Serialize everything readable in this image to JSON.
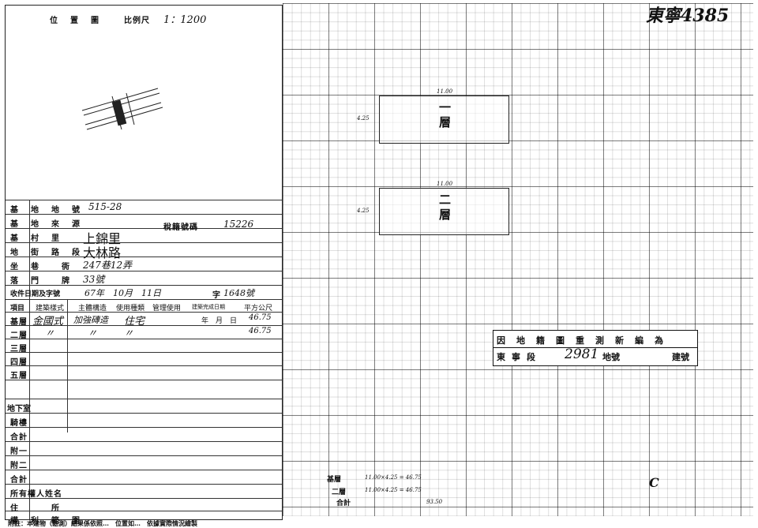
{
  "location_map": {
    "title": "位　置　圖",
    "scale_label": "比例尺",
    "scale_value": "1：1200"
  },
  "lot": {
    "lot_number_label": "基　地　地　號",
    "lot_number": "515-28",
    "source_label": "基　地　來　源",
    "tax_id_label": "稅籍號碼",
    "tax_id": "15226"
  },
  "address": {
    "village_label": "基　村　里",
    "village": "上錦里",
    "road_label": "地　街　路　段",
    "road": "大林路",
    "lane_label": "坐　巷　　衖",
    "lane": "247巷12弄",
    "number_label": "落　門　　牌",
    "number": "33號"
  },
  "receipt": {
    "label": "收件日期及字號",
    "date": "67年　10月　11日",
    "word_label": "字",
    "word_number": "1648號"
  },
  "table_header": {
    "item": "項目",
    "style": "建築樣式",
    "structure": "主體構造",
    "use_type": "使用種類",
    "mgmt": "管理使用",
    "completion": "建築完成日期",
    "area": "平方公尺"
  },
  "floors": [
    {
      "label": "基層",
      "style": "金國式",
      "structure": "加強磚造",
      "use": "住宅",
      "date_unit": "年　月　日",
      "area": "46.75"
    },
    {
      "label": "二層",
      "style": "〃",
      "structure": "〃",
      "use": "〃",
      "area": "46.75"
    },
    {
      "label": "三層"
    },
    {
      "label": "四層"
    },
    {
      "label": "五層"
    }
  ],
  "lower_rows": [
    "地下室",
    "騎樓",
    "合計",
    "附一",
    "附二",
    "合計"
  ],
  "owner": {
    "name_label": "所有權人姓名",
    "addr_label": "住　　　所",
    "rights_label": "權　利　範　圍"
  },
  "sketch": {
    "handwritten_id": "東寧4385",
    "floor1": {
      "label": "一層",
      "width": "11.00",
      "depth": "4.25"
    },
    "floor2": {
      "label": "二層",
      "width": "11.00",
      "depth": "4.25"
    },
    "calc1_label": "基層",
    "calc1": "11.00×4.25 = 46.75",
    "calc2_label": "二層",
    "calc2": "11.00×4.25 = 46.75",
    "total_label": "合計",
    "total": "93.50",
    "mark": "C"
  },
  "stamp": {
    "line1": "因地籍圖重測新編為",
    "line2_prefix": "東寧段",
    "line2_number": "2981",
    "line2_mid": "地號",
    "line2_suffix": "建號"
  },
  "footer_note": "附註：本建物（勘測）結果係依照…　位置如…　依據實際情況繪製"
}
